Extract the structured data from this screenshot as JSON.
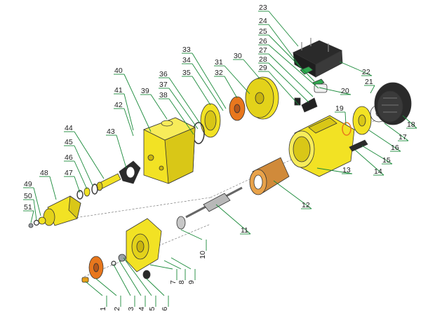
{
  "colors": {
    "part_yellow": "#f2e224",
    "part_yellow_shade": "#c9b40e",
    "part_orange": "#e8771d",
    "part_black": "#2a2a2a",
    "part_grey": "#9aa0a6",
    "part_green": "#2fa84f",
    "leader_green": "#1a8a3a"
  },
  "callouts": [
    {
      "id": "1",
      "label": "1"
    },
    {
      "id": "2",
      "label": "2"
    },
    {
      "id": "3",
      "label": "3"
    },
    {
      "id": "4",
      "label": "4"
    },
    {
      "id": "5",
      "label": "5"
    },
    {
      "id": "6",
      "label": "6"
    },
    {
      "id": "7",
      "label": "7"
    },
    {
      "id": "8",
      "label": "8"
    },
    {
      "id": "9",
      "label": "9"
    },
    {
      "id": "10",
      "label": "10"
    },
    {
      "id": "11",
      "label": "11"
    },
    {
      "id": "12",
      "label": "12"
    },
    {
      "id": "13",
      "label": "13"
    },
    {
      "id": "14",
      "label": "14"
    },
    {
      "id": "15",
      "label": "15"
    },
    {
      "id": "16",
      "label": "16"
    },
    {
      "id": "17",
      "label": "17"
    },
    {
      "id": "18",
      "label": "18"
    },
    {
      "id": "19",
      "label": "19"
    },
    {
      "id": "20",
      "label": "20"
    },
    {
      "id": "21",
      "label": "21"
    },
    {
      "id": "22",
      "label": "22"
    },
    {
      "id": "23",
      "label": "23"
    },
    {
      "id": "24",
      "label": "24"
    },
    {
      "id": "25",
      "label": "25"
    },
    {
      "id": "26",
      "label": "26"
    },
    {
      "id": "27",
      "label": "27"
    },
    {
      "id": "28",
      "label": "28"
    },
    {
      "id": "29",
      "label": "29"
    },
    {
      "id": "30",
      "label": "30"
    },
    {
      "id": "31",
      "label": "31"
    },
    {
      "id": "32",
      "label": "32"
    },
    {
      "id": "33",
      "label": "33"
    },
    {
      "id": "34",
      "label": "34"
    },
    {
      "id": "35",
      "label": "35"
    },
    {
      "id": "36",
      "label": "36"
    },
    {
      "id": "37",
      "label": "37"
    },
    {
      "id": "38",
      "label": "38"
    },
    {
      "id": "39",
      "label": "39"
    },
    {
      "id": "40",
      "label": "40"
    },
    {
      "id": "41",
      "label": "41"
    },
    {
      "id": "42",
      "label": "42"
    },
    {
      "id": "43",
      "label": "43"
    },
    {
      "id": "44",
      "label": "44"
    },
    {
      "id": "45",
      "label": "45"
    },
    {
      "id": "46",
      "label": "46"
    },
    {
      "id": "47",
      "label": "47"
    },
    {
      "id": "48",
      "label": "48"
    },
    {
      "id": "49",
      "label": "49"
    },
    {
      "id": "50",
      "label": "50"
    },
    {
      "id": "51",
      "label": "51"
    }
  ]
}
